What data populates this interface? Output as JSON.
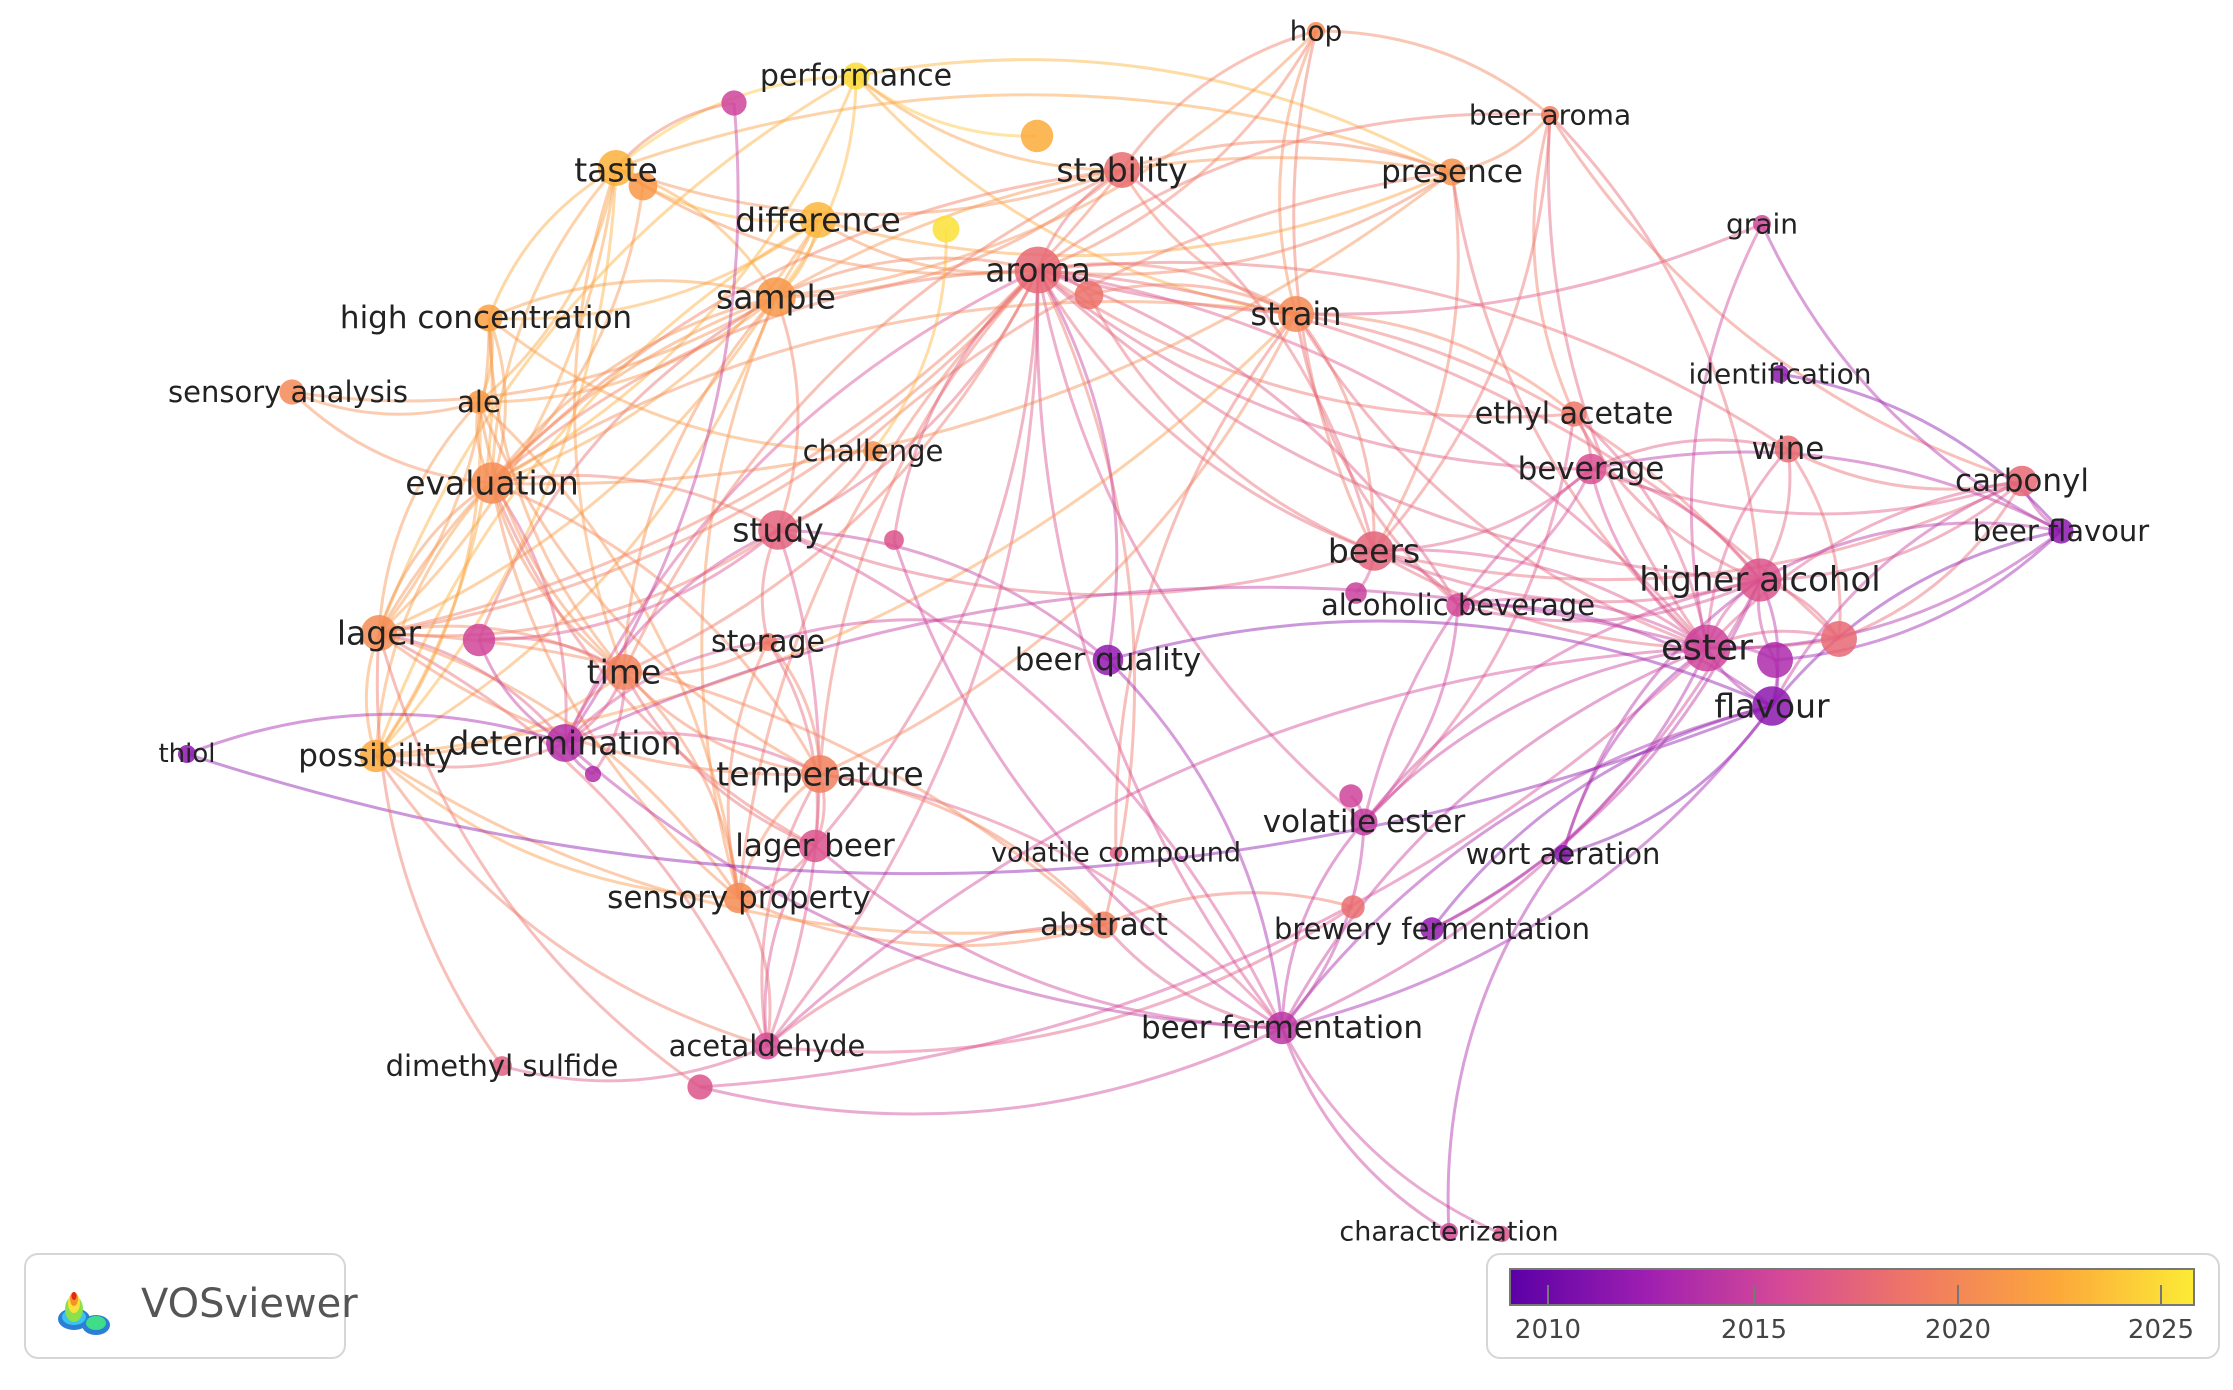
{
  "overlay_years": {
    "min": 2009,
    "max": 2026
  },
  "nodes": [
    {
      "id": "performance",
      "label": "performance",
      "year": 2025.2,
      "w": 1.5
    },
    {
      "id": "hop",
      "label": "hop",
      "year": 2020.3,
      "w": 1.0
    },
    {
      "id": "beer-aroma",
      "label": "beer aroma",
      "year": 2019.5,
      "w": 1.0
    },
    {
      "id": "taste",
      "label": "taste",
      "year": 2023.0,
      "w": 2.0
    },
    {
      "id": "stability",
      "label": "stability",
      "year": 2018.3,
      "w": 2.0
    },
    {
      "id": "presence",
      "label": "presence",
      "year": 2021.0,
      "w": 1.5
    },
    {
      "id": "difference",
      "label": "difference",
      "year": 2023.3,
      "w": 2.0
    },
    {
      "id": "grain",
      "label": "grain",
      "year": 2015.5,
      "w": 1.0
    },
    {
      "id": "aroma",
      "label": "aroma",
      "year": 2018.0,
      "w": 2.6
    },
    {
      "id": "high-concentration",
      "label": "high concentration",
      "year": 2022.0,
      "w": 1.5
    },
    {
      "id": "sample",
      "label": "sample",
      "year": 2021.3,
      "w": 2.2
    },
    {
      "id": "strain",
      "label": "strain",
      "year": 2020.3,
      "w": 2.0
    },
    {
      "id": "sensory-analysis",
      "label": "sensory analysis",
      "year": 2020.2,
      "w": 1.4
    },
    {
      "id": "ale",
      "label": "ale",
      "year": 2021.5,
      "w": 1.3
    },
    {
      "id": "identification",
      "label": "identification",
      "year": 2011.5,
      "w": 1.0
    },
    {
      "id": "ethyl-acetate",
      "label": "ethyl acetate",
      "year": 2018.9,
      "w": 1.4
    },
    {
      "id": "challenge",
      "label": "challenge",
      "year": 2021.0,
      "w": 1.1
    },
    {
      "id": "wine",
      "label": "wine",
      "year": 2018.2,
      "w": 1.5
    },
    {
      "id": "beverage",
      "label": "beverage",
      "year": 2016.2,
      "w": 1.7
    },
    {
      "id": "carbonyl",
      "label": "carbonyl",
      "year": 2018.0,
      "w": 1.7
    },
    {
      "id": "evaluation",
      "label": "evaluation",
      "year": 2020.5,
      "w": 2.3
    },
    {
      "id": "study",
      "label": "study",
      "year": 2017.5,
      "w": 2.2
    },
    {
      "id": "beer-flavour",
      "label": "beer flavour",
      "year": 2011.5,
      "w": 1.4
    },
    {
      "id": "beers",
      "label": "beers",
      "year": 2017.6,
      "w": 2.2
    },
    {
      "id": "higher-alcohol",
      "label": "higher alcohol",
      "year": 2016.5,
      "w": 2.4
    },
    {
      "id": "alcoholic-beverage",
      "label": "alcoholic beverage",
      "year": 2015.6,
      "w": 1.3
    },
    {
      "id": "lager",
      "label": "lager",
      "year": 2020.5,
      "w": 2.0
    },
    {
      "id": "storage",
      "label": "storage",
      "year": 2019.0,
      "w": 1.0
    },
    {
      "id": "beer-quality",
      "label": "beer quality",
      "year": 2011.7,
      "w": 1.7
    },
    {
      "id": "ester",
      "label": "ester",
      "year": 2015.3,
      "w": 2.6
    },
    {
      "id": "time",
      "label": "time",
      "year": 2019.8,
      "w": 2.0
    },
    {
      "id": "flavour",
      "label": "flavour",
      "year": 2011.5,
      "w": 2.2
    },
    {
      "id": "thiol",
      "label": "thiol",
      "year": 2011.5,
      "w": 1.0
    },
    {
      "id": "determination",
      "label": "determination",
      "year": 2013.7,
      "w": 2.1
    },
    {
      "id": "possibility",
      "label": "possibility",
      "year": 2022.6,
      "w": 1.8
    },
    {
      "id": "temperature",
      "label": "temperature",
      "year": 2019.6,
      "w": 2.1
    },
    {
      "id": "volatile-ester",
      "label": "volatile ester",
      "year": 2014.6,
      "w": 1.5
    },
    {
      "id": "lager-beer",
      "label": "lager beer",
      "year": 2016.4,
      "w": 1.8
    },
    {
      "id": "volatile-compound",
      "label": "volatile compound",
      "year": 2017.0,
      "w": 0.7
    },
    {
      "id": "wort-aeration",
      "label": "wort aeration",
      "year": 2011.0,
      "w": 1.0
    },
    {
      "id": "sensory-property",
      "label": "sensory property",
      "year": 2020.5,
      "w": 1.7
    },
    {
      "id": "abstract",
      "label": "abstract",
      "year": 2019.5,
      "w": 1.5
    },
    {
      "id": "brewery-fermentation",
      "label": "brewery fermentation",
      "year": 2011.8,
      "w": 1.3
    },
    {
      "id": "beer-fermentation",
      "label": "beer fermentation",
      "year": 2014.2,
      "w": 1.8
    },
    {
      "id": "acetaldehyde",
      "label": "acetaldehyde",
      "year": 2015.8,
      "w": 1.5
    },
    {
      "id": "dimethyl-sulfide",
      "label": "dimethyl sulfide",
      "year": 2017.2,
      "w": 1.1
    },
    {
      "id": "characterization",
      "label": "characterization",
      "year": 2015.6,
      "w": 1.0
    },
    {
      "id": "u-perf-left",
      "label": "",
      "year": 2015.3,
      "w": 1.4
    },
    {
      "id": "u-perf-right",
      "label": "",
      "year": 2022.7,
      "w": 1.8
    },
    {
      "id": "u-taste2",
      "label": "",
      "year": 2021.4,
      "w": 1.6
    },
    {
      "id": "u-diff-right",
      "label": "",
      "year": 2025.4,
      "w": 1.5
    },
    {
      "id": "u-aroma2",
      "label": "",
      "year": 2018.6,
      "w": 1.6
    },
    {
      "id": "u-study-right",
      "label": "",
      "year": 2016.5,
      "w": 1.1
    },
    {
      "id": "u-lager-right",
      "label": "",
      "year": 2015.4,
      "w": 1.8
    },
    {
      "id": "u-det-small",
      "label": "",
      "year": 2013.5,
      "w": 0.9
    },
    {
      "id": "u-beers-small",
      "label": "",
      "year": 2015.0,
      "w": 1.2
    },
    {
      "id": "u-ester-right",
      "label": "",
      "year": 2013.3,
      "w": 2.0
    },
    {
      "id": "u-higher-right",
      "label": "",
      "year": 2018.0,
      "w": 2.0
    },
    {
      "id": "u-volatile-top",
      "label": "",
      "year": 2015.3,
      "w": 1.3
    },
    {
      "id": "u-brewery-left",
      "label": "",
      "year": 2018.3,
      "w": 1.3
    },
    {
      "id": "u-acet-below",
      "label": "",
      "year": 2016.5,
      "w": 1.4
    },
    {
      "id": "u-characterization-right",
      "label": "",
      "year": 2016.5,
      "w": 0.9
    }
  ],
  "edges": [
    [
      "taste",
      "performance"
    ],
    [
      "taste",
      "difference"
    ],
    [
      "taste",
      "sample"
    ],
    [
      "taste",
      "high-concentration"
    ],
    [
      "taste",
      "ale"
    ],
    [
      "taste",
      "evaluation"
    ],
    [
      "taste",
      "lager"
    ],
    [
      "taste",
      "aroma"
    ],
    [
      "taste",
      "possibility"
    ],
    [
      "taste",
      "time"
    ],
    [
      "taste",
      "presence"
    ],
    [
      "taste",
      "stability"
    ],
    [
      "taste",
      "u-taste2"
    ],
    [
      "performance",
      "u-perf-right"
    ],
    [
      "performance",
      "sample"
    ],
    [
      "performance",
      "stability"
    ],
    [
      "performance",
      "evaluation"
    ],
    [
      "performance",
      "strain"
    ],
    [
      "performance",
      "presence"
    ],
    [
      "performance",
      "lager"
    ],
    [
      "difference",
      "sample"
    ],
    [
      "difference",
      "aroma"
    ],
    [
      "difference",
      "evaluation"
    ],
    [
      "difference",
      "presence"
    ],
    [
      "difference",
      "lager"
    ],
    [
      "difference",
      "possibility"
    ],
    [
      "difference",
      "high-concentration"
    ],
    [
      "sample",
      "evaluation"
    ],
    [
      "sample",
      "aroma"
    ],
    [
      "sample",
      "lager"
    ],
    [
      "sample",
      "ale"
    ],
    [
      "sample",
      "high-concentration"
    ],
    [
      "sample",
      "study"
    ],
    [
      "sample",
      "time"
    ],
    [
      "sample",
      "possibility"
    ],
    [
      "sample",
      "sensory-property"
    ],
    [
      "sample",
      "presence"
    ],
    [
      "sample",
      "stability"
    ],
    [
      "sample",
      "sensory-analysis"
    ],
    [
      "sample",
      "u-lager-right"
    ],
    [
      "aroma",
      "stability"
    ],
    [
      "aroma",
      "hop"
    ],
    [
      "aroma",
      "beer-aroma"
    ],
    [
      "aroma",
      "presence"
    ],
    [
      "aroma",
      "strain"
    ],
    [
      "aroma",
      "beers"
    ],
    [
      "aroma",
      "ester"
    ],
    [
      "aroma",
      "higher-alcohol"
    ],
    [
      "aroma",
      "study"
    ],
    [
      "aroma",
      "evaluation"
    ],
    [
      "aroma",
      "time"
    ],
    [
      "aroma",
      "temperature"
    ],
    [
      "aroma",
      "abstract"
    ],
    [
      "aroma",
      "beer-fermentation"
    ],
    [
      "aroma",
      "lager-beer"
    ],
    [
      "aroma",
      "sensory-property"
    ],
    [
      "aroma",
      "u-aroma2"
    ],
    [
      "aroma",
      "beverage"
    ],
    [
      "aroma",
      "wine"
    ],
    [
      "aroma",
      "ethyl-acetate"
    ],
    [
      "aroma",
      "lager"
    ],
    [
      "aroma",
      "determination"
    ],
    [
      "aroma",
      "acetaldehyde"
    ],
    [
      "aroma",
      "volatile-ester"
    ],
    [
      "aroma",
      "alcoholic-beverage"
    ],
    [
      "aroma",
      "grain"
    ],
    [
      "aroma",
      "u-higher-right"
    ],
    [
      "hop",
      "stability"
    ],
    [
      "hop",
      "beer-aroma"
    ],
    [
      "hop",
      "beers"
    ],
    [
      "hop",
      "sample"
    ],
    [
      "hop",
      "strain"
    ],
    [
      "beer-aroma",
      "presence"
    ],
    [
      "beer-aroma",
      "ester"
    ],
    [
      "beer-aroma",
      "higher-alcohol"
    ],
    [
      "beer-aroma",
      "carbonyl"
    ],
    [
      "beer-aroma",
      "beers"
    ],
    [
      "beer-aroma",
      "ethyl-acetate"
    ],
    [
      "stability",
      "presence"
    ],
    [
      "stability",
      "strain"
    ],
    [
      "stability",
      "beers"
    ],
    [
      "stability",
      "evaluation"
    ],
    [
      "stability",
      "lager"
    ],
    [
      "stability",
      "time"
    ],
    [
      "presence",
      "evaluation"
    ],
    [
      "presence",
      "study"
    ],
    [
      "presence",
      "beers"
    ],
    [
      "presence",
      "ester"
    ],
    [
      "strain",
      "beers"
    ],
    [
      "strain",
      "ester"
    ],
    [
      "strain",
      "higher-alcohol"
    ],
    [
      "strain",
      "evaluation"
    ],
    [
      "strain",
      "temperature"
    ],
    [
      "strain",
      "alcoholic-beverage"
    ],
    [
      "strain",
      "ethyl-acetate"
    ],
    [
      "strain",
      "volatile-compound"
    ],
    [
      "strain",
      "possibility"
    ],
    [
      "evaluation",
      "lager"
    ],
    [
      "evaluation",
      "ale"
    ],
    [
      "evaluation",
      "high-concentration"
    ],
    [
      "evaluation",
      "sensory-analysis"
    ],
    [
      "evaluation",
      "time"
    ],
    [
      "evaluation",
      "temperature"
    ],
    [
      "evaluation",
      "sensory-property"
    ],
    [
      "evaluation",
      "study"
    ],
    [
      "evaluation",
      "possibility"
    ],
    [
      "evaluation",
      "determination"
    ],
    [
      "evaluation",
      "lager-beer"
    ],
    [
      "lager",
      "ale"
    ],
    [
      "lager",
      "high-concentration"
    ],
    [
      "lager",
      "time"
    ],
    [
      "lager",
      "possibility"
    ],
    [
      "lager",
      "sensory-property"
    ],
    [
      "lager",
      "temperature"
    ],
    [
      "lager",
      "determination"
    ],
    [
      "lager",
      "study"
    ],
    [
      "lager",
      "acetaldehyde"
    ],
    [
      "ale",
      "high-concentration"
    ],
    [
      "ale",
      "sensory-analysis"
    ],
    [
      "ale",
      "time"
    ],
    [
      "ale",
      "sensory-property"
    ],
    [
      "ale",
      "temperature"
    ],
    [
      "ale",
      "possibility"
    ],
    [
      "high-concentration",
      "time"
    ],
    [
      "high-concentration",
      "possibility"
    ],
    [
      "time",
      "temperature"
    ],
    [
      "time",
      "sensory-property"
    ],
    [
      "time",
      "storage"
    ],
    [
      "time",
      "determination"
    ],
    [
      "time",
      "lager-beer"
    ],
    [
      "time",
      "possibility"
    ],
    [
      "study",
      "storage"
    ],
    [
      "study",
      "beer-quality"
    ],
    [
      "study",
      "beers"
    ],
    [
      "study",
      "u-lager-right"
    ],
    [
      "study",
      "determination"
    ],
    [
      "study",
      "acetaldehyde"
    ],
    [
      "study",
      "challenge"
    ],
    [
      "challenge",
      "high-concentration"
    ],
    [
      "challenge",
      "u-diff-right"
    ],
    [
      "storage",
      "temperature"
    ],
    [
      "storage",
      "sensory-property"
    ],
    [
      "storage",
      "lager-beer"
    ],
    [
      "storage",
      "determination"
    ],
    [
      "storage",
      "beer-quality"
    ],
    [
      "temperature",
      "sensory-property"
    ],
    [
      "temperature",
      "lager-beer"
    ],
    [
      "temperature",
      "acetaldehyde"
    ],
    [
      "temperature",
      "beer-fermentation"
    ],
    [
      "temperature",
      "determination"
    ],
    [
      "temperature",
      "abstract"
    ],
    [
      "lager-beer",
      "acetaldehyde"
    ],
    [
      "lager-beer",
      "sensory-property"
    ],
    [
      "lager-beer",
      "beer-fermentation"
    ],
    [
      "sensory-property",
      "acetaldehyde"
    ],
    [
      "sensory-property",
      "abstract"
    ],
    [
      "sensory-property",
      "possibility"
    ],
    [
      "abstract",
      "beer-fermentation"
    ],
    [
      "abstract",
      "u-brewery-left"
    ],
    [
      "abstract",
      "acetaldehyde"
    ],
    [
      "abstract",
      "possibility"
    ],
    [
      "abstract",
      "lager"
    ],
    [
      "beer-fermentation",
      "ester"
    ],
    [
      "beer-fermentation",
      "higher-alcohol"
    ],
    [
      "beer-fermentation",
      "flavour"
    ],
    [
      "beer-fermentation",
      "characterization"
    ],
    [
      "beer-fermentation",
      "u-acet-below"
    ],
    [
      "beer-fermentation",
      "beer-quality"
    ],
    [
      "beer-fermentation",
      "determination"
    ],
    [
      "beer-fermentation",
      "study"
    ],
    [
      "beer-fermentation",
      "volatile-ester"
    ],
    [
      "beer-fermentation",
      "u-characterization-right"
    ],
    [
      "acetaldehyde",
      "dimethyl-sulfide"
    ],
    [
      "acetaldehyde",
      "u-brewery-left"
    ],
    [
      "acetaldehyde",
      "ester"
    ],
    [
      "u-acet-below",
      "ester"
    ],
    [
      "u-acet-below",
      "lager"
    ],
    [
      "determination",
      "thiol"
    ],
    [
      "determination",
      "ester"
    ],
    [
      "determination",
      "u-det-small"
    ],
    [
      "determination",
      "possibility"
    ],
    [
      "thiol",
      "flavour"
    ],
    [
      "beer-quality",
      "flavour"
    ],
    [
      "beer-quality",
      "aroma"
    ],
    [
      "beers",
      "ester"
    ],
    [
      "beers",
      "higher-alcohol"
    ],
    [
      "beers",
      "alcoholic-beverage"
    ],
    [
      "beers",
      "beverage"
    ],
    [
      "beers",
      "u-beers-small"
    ],
    [
      "beers",
      "u-higher-right"
    ],
    [
      "alcoholic-beverage",
      "ester"
    ],
    [
      "alcoholic-beverage",
      "higher-alcohol"
    ],
    [
      "alcoholic-beverage",
      "volatile-ester"
    ],
    [
      "alcoholic-beverage",
      "beverage"
    ],
    [
      "alcoholic-beverage",
      "flavour"
    ],
    [
      "beverage",
      "ester"
    ],
    [
      "beverage",
      "higher-alcohol"
    ],
    [
      "beverage",
      "carbonyl"
    ],
    [
      "beverage",
      "wine"
    ],
    [
      "beverage",
      "ethyl-acetate"
    ],
    [
      "beverage",
      "beer-flavour"
    ],
    [
      "beverage",
      "volatile-ester"
    ],
    [
      "wine",
      "higher-alcohol"
    ],
    [
      "wine",
      "ester"
    ],
    [
      "wine",
      "u-higher-right"
    ],
    [
      "wine",
      "carbonyl"
    ],
    [
      "ethyl-acetate",
      "ester"
    ],
    [
      "ethyl-acetate",
      "higher-alcohol"
    ],
    [
      "ethyl-acetate",
      "volatile-ester"
    ],
    [
      "carbonyl",
      "ester"
    ],
    [
      "carbonyl",
      "higher-alcohol"
    ],
    [
      "carbonyl",
      "flavour"
    ],
    [
      "carbonyl",
      "u-higher-right"
    ],
    [
      "carbonyl",
      "beer-flavour"
    ],
    [
      "carbonyl",
      "beers"
    ],
    [
      "beer-flavour",
      "flavour"
    ],
    [
      "beer-flavour",
      "ester"
    ],
    [
      "beer-flavour",
      "higher-alcohol"
    ],
    [
      "beer-flavour",
      "u-ester-right"
    ],
    [
      "beer-flavour",
      "identification"
    ],
    [
      "beer-flavour",
      "grain"
    ],
    [
      "higher-alcohol",
      "ester"
    ],
    [
      "higher-alcohol",
      "flavour"
    ],
    [
      "higher-alcohol",
      "u-ester-right"
    ],
    [
      "higher-alcohol",
      "u-higher-right"
    ],
    [
      "higher-alcohol",
      "volatile-ester"
    ],
    [
      "higher-alcohol",
      "brewery-fermentation"
    ],
    [
      "ester",
      "flavour"
    ],
    [
      "ester",
      "u-ester-right"
    ],
    [
      "ester",
      "volatile-ester"
    ],
    [
      "ester",
      "brewery-fermentation"
    ],
    [
      "ester",
      "wort-aeration"
    ],
    [
      "ester",
      "u-higher-right"
    ],
    [
      "flavour",
      "brewery-fermentation"
    ],
    [
      "flavour",
      "wort-aeration"
    ],
    [
      "flavour",
      "u-ester-right"
    ],
    [
      "flavour",
      "beer-fermentation"
    ],
    [
      "volatile-ester",
      "u-volatile-top"
    ],
    [
      "volatile-ester",
      "beer-fermentation"
    ],
    [
      "wort-aeration",
      "characterization"
    ],
    [
      "wort-aeration",
      "higher-alcohol"
    ],
    [
      "u-perf-left",
      "taste"
    ],
    [
      "u-perf-left",
      "determination"
    ],
    [
      "u-lager-right",
      "determination"
    ],
    [
      "u-lager-right",
      "time"
    ],
    [
      "u-aroma2",
      "beers"
    ],
    [
      "u-aroma2",
      "strain"
    ],
    [
      "u-study-right",
      "beer-fermentation"
    ],
    [
      "u-study-right",
      "aroma"
    ],
    [
      "grain",
      "ester"
    ],
    [
      "dimethyl-sulfide",
      "lager"
    ],
    [
      "possibility",
      "acetaldehyde"
    ],
    [
      "u-taste2",
      "evaluation"
    ],
    [
      "u-det-small",
      "time"
    ]
  ],
  "legend": {
    "years": [
      "2010",
      "2015",
      "2020",
      "2025"
    ],
    "brand": "VOSviewer",
    "gradient": [
      "#5b00a6",
      "#9e1fb1",
      "#d64a96",
      "#f07a62",
      "#fca83a",
      "#fcec36"
    ]
  }
}
